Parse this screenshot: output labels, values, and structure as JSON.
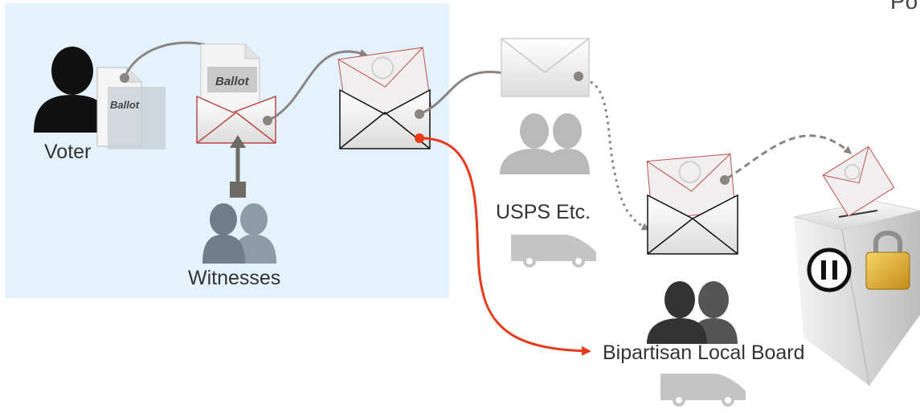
{
  "labels": {
    "voter": "Voter",
    "ballot_small": "Ballot",
    "ballot_large": "Ballot",
    "witnesses": "Witnesses",
    "usps": "USPS Etc.",
    "board": "Bipartisan Local Board",
    "corner": "Po"
  },
  "colors": {
    "panel": "#e3f2fc",
    "arrow_gray": "#8a8580",
    "arrow_red": "#e8391b",
    "envelope_red_line": "#c0504d",
    "people_gray": "#a9a9a9",
    "people_blue": "#7f8f9e",
    "people_dark": "#3e3e3e",
    "lock_gold": "#e2b43b"
  },
  "icons": [
    "person-icon",
    "ballot-paper-icon",
    "envelope-icon",
    "people-icon",
    "van-icon",
    "ballot-box-icon",
    "padlock-icon",
    "pause-icon"
  ]
}
